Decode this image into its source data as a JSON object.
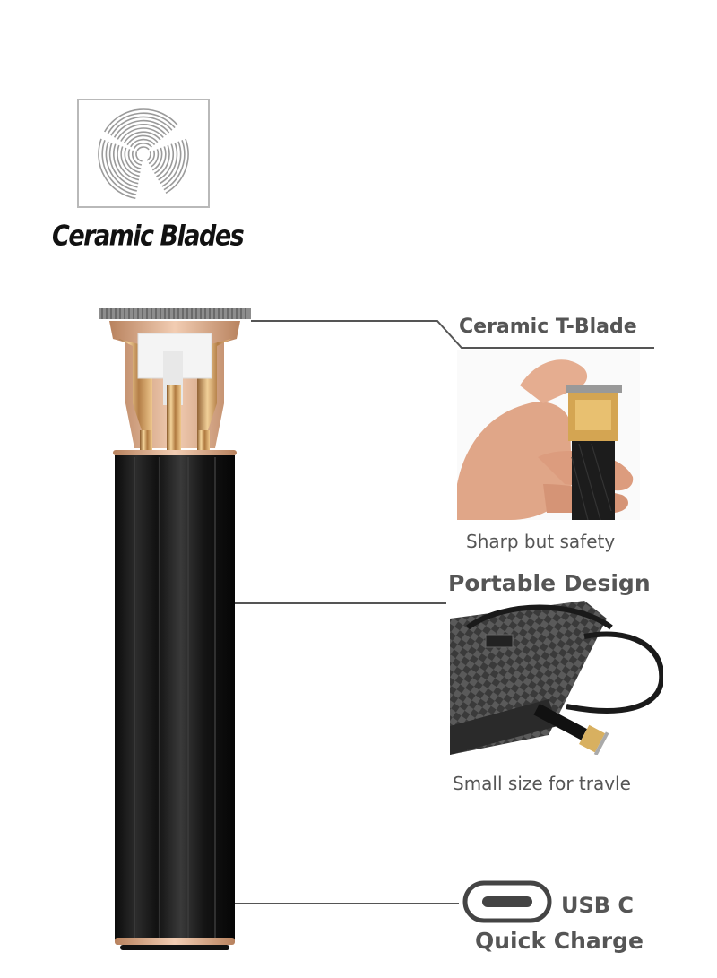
{
  "badge": {
    "icon": "ceramic-fan-icon",
    "title": "Ceramic Blades"
  },
  "features": {
    "blade": {
      "label": "Ceramic T-Blade",
      "caption": "Sharp but safety"
    },
    "portable": {
      "label": "Portable Design",
      "caption": "Small size for travle"
    },
    "charging": {
      "usb_label": "USB C",
      "charge_label": "Quick Charge",
      "icon": "usb-c-port-icon"
    }
  },
  "colors": {
    "body": "#1a1a1a",
    "gold": "#c9a15b",
    "rose_gold": "#d9a98a",
    "text": "#555555"
  }
}
